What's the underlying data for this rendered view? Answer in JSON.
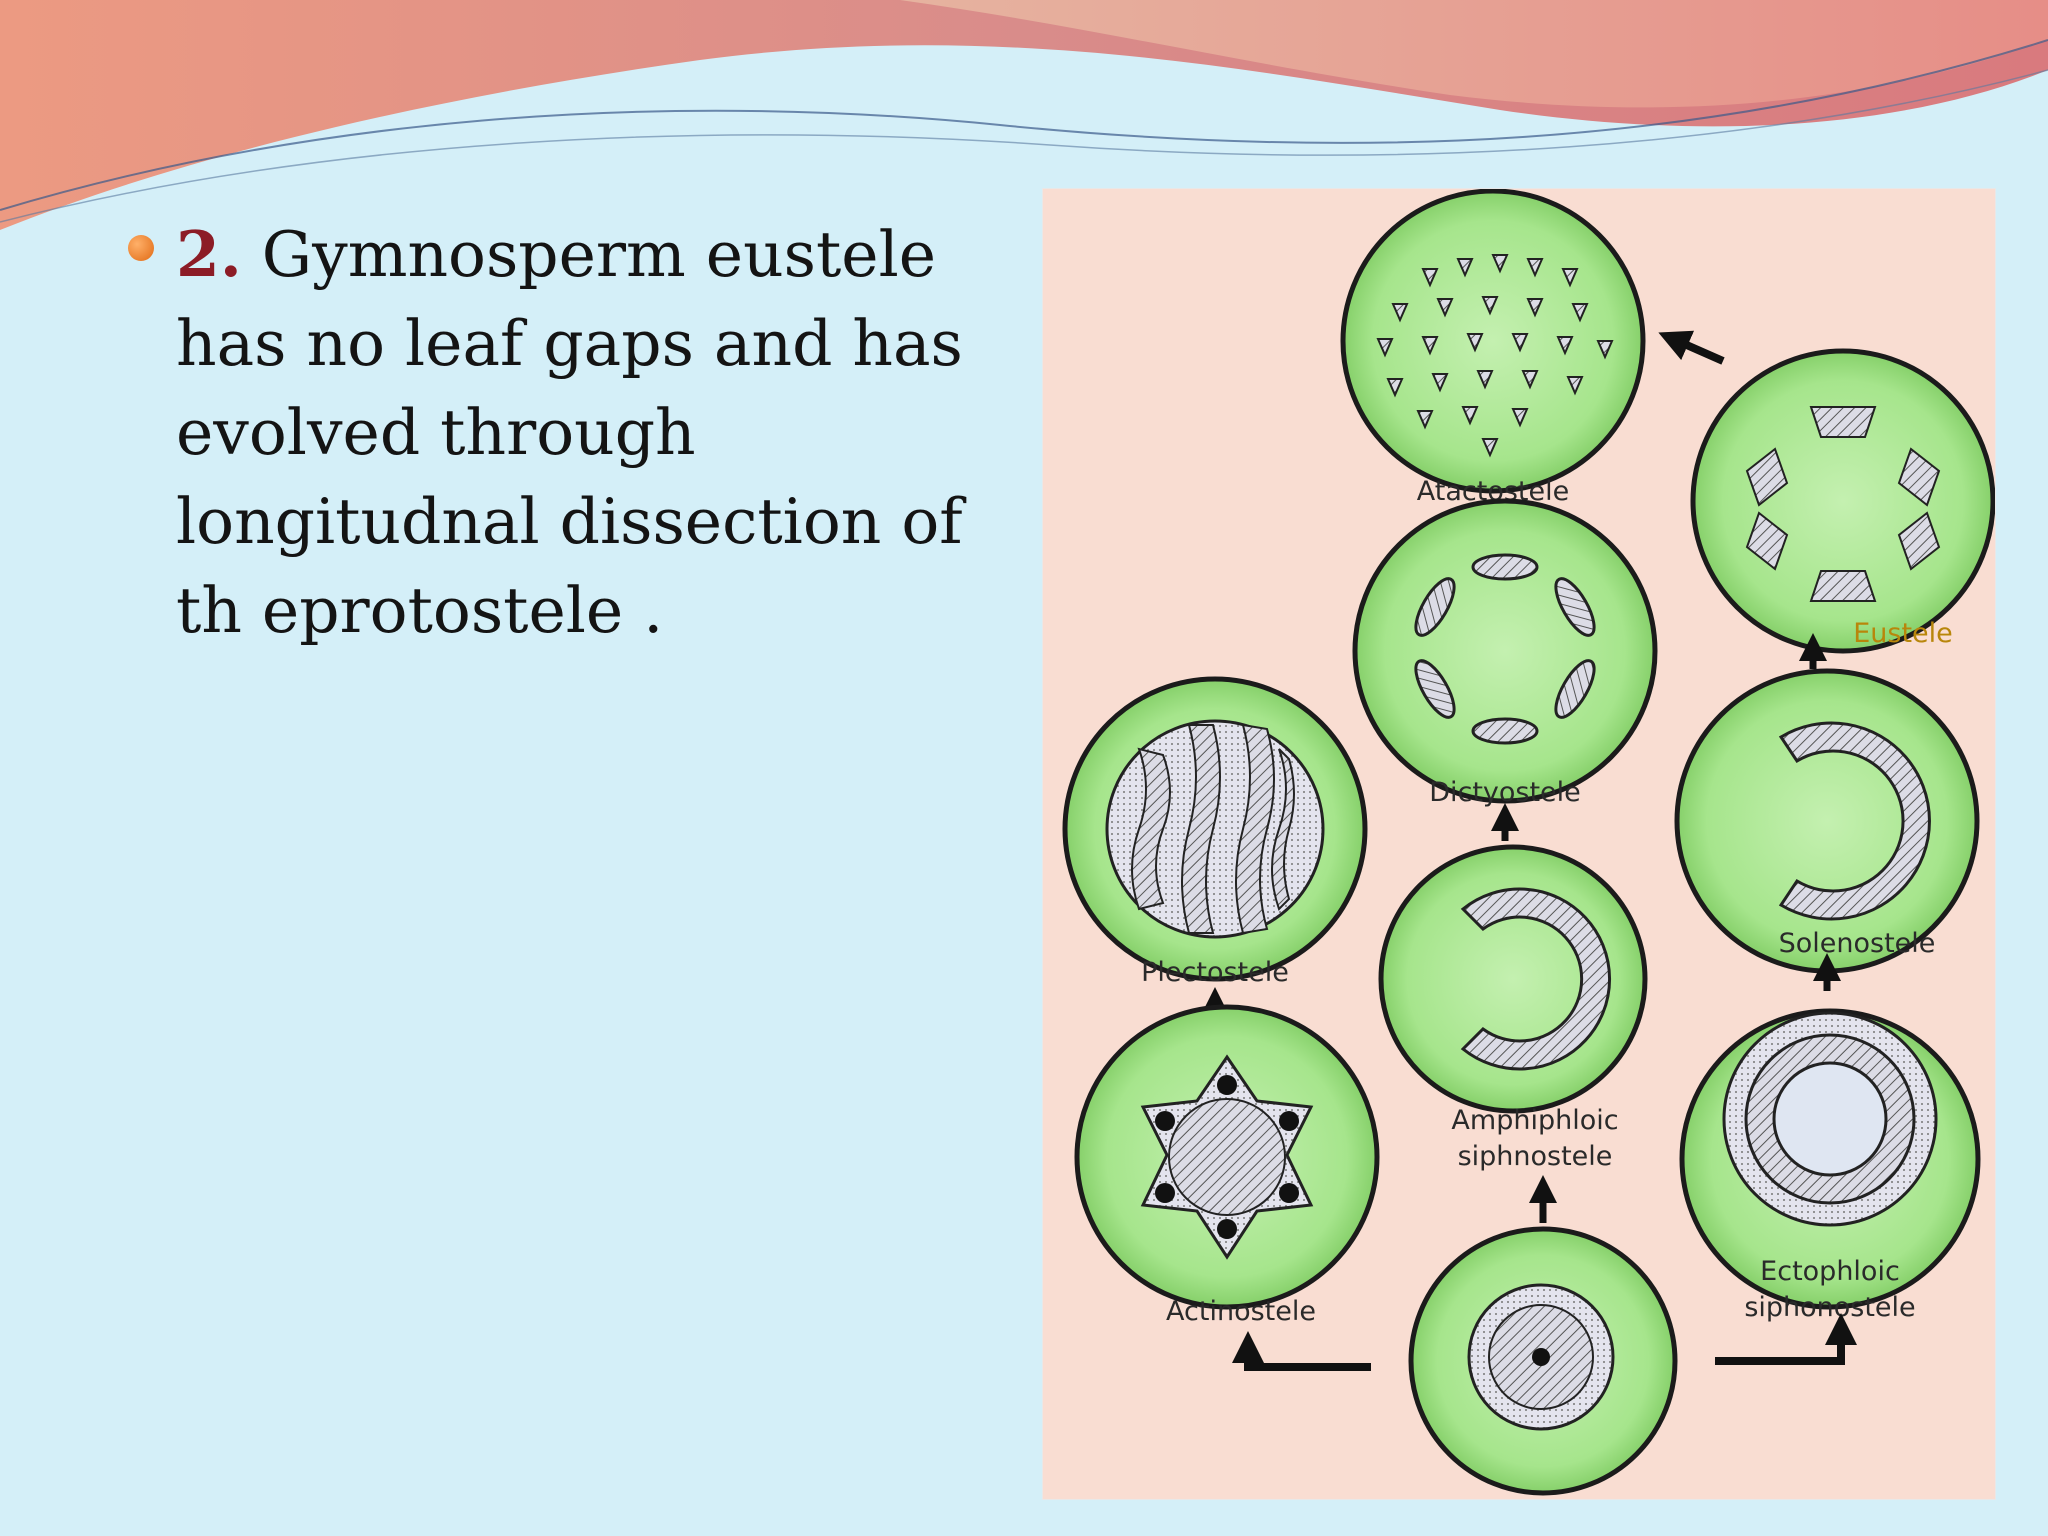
{
  "slide": {
    "bullet": {
      "number": "2.",
      "text": " Gymnosperm eustele has no leaf gaps and has evolved through longitudnal dissection of th eprotostele ."
    }
  },
  "diagram": {
    "labels": {
      "atactostele": "Atactostele",
      "eustele": "Eustele",
      "dictyostele": "Dictyostele",
      "plectostele": "Plectostele",
      "solenostele": "Solenostele",
      "amphiphloic_1": "Amphiphloic",
      "amphiphloic_2": "siphnostele",
      "ectophloic_1": "Ectophloic",
      "ectophloic_2": "siphonostele",
      "actinostele": "Actinostele"
    },
    "colors": {
      "disc": "#a6e58c",
      "ring": "#1b1b1b",
      "tissue": "#dcdce6",
      "panel": "#f9ddd2"
    }
  }
}
